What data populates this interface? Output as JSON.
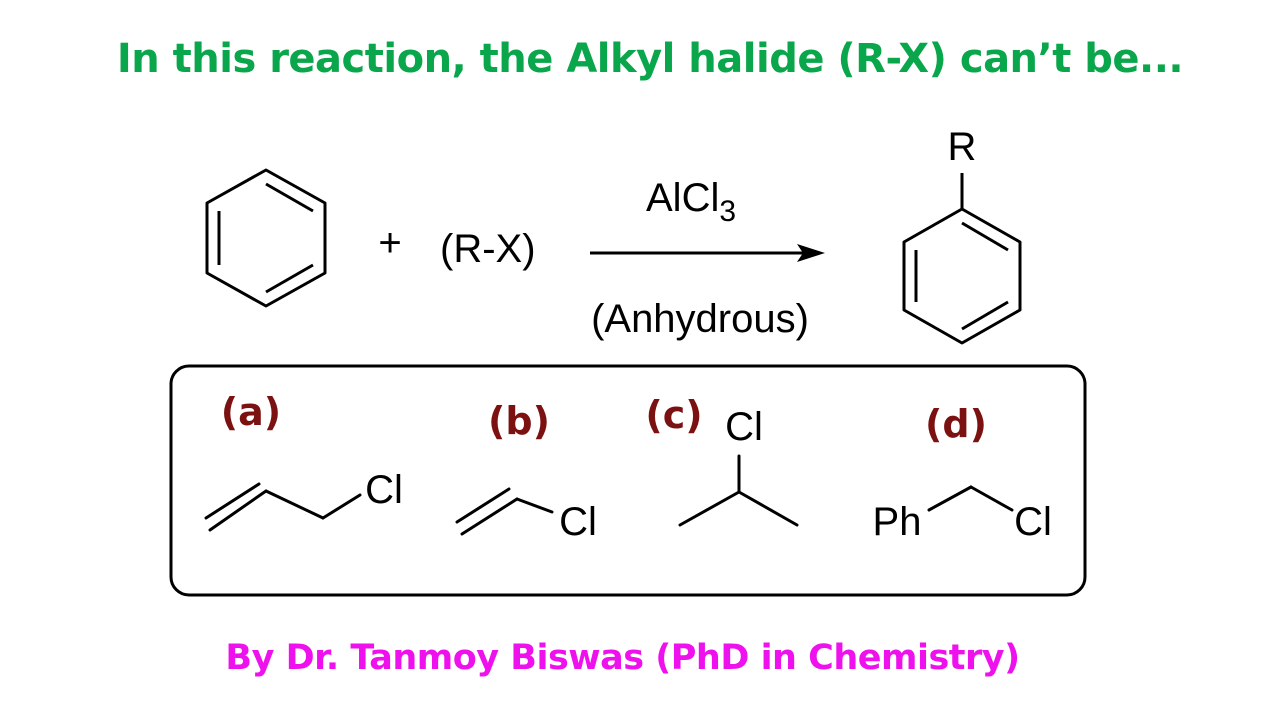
{
  "title": "In this reaction, the Alkyl halide (R-X) can’t be...",
  "reaction": {
    "plus": "+",
    "reactant": "(R-X)",
    "reagent_base": "AlCl",
    "reagent_subscript": "3",
    "condition": "(Anhydrous)",
    "product_substituent": "R"
  },
  "options": [
    {
      "label": "(a)",
      "atoms": [
        "Cl"
      ]
    },
    {
      "label": "(b)",
      "atoms": [
        "Cl"
      ]
    },
    {
      "label": "(c)",
      "atoms": [
        "Cl"
      ]
    },
    {
      "label": "(d)",
      "atoms": [
        "Ph",
        "Cl"
      ]
    }
  ],
  "footer": "By Dr. Tanmoy Biswas (PhD in Chemistry)",
  "colors": {
    "title": "#0aa64b",
    "option_label": "#7b1111",
    "footer": "#ee11ee",
    "structure": "#000000"
  }
}
